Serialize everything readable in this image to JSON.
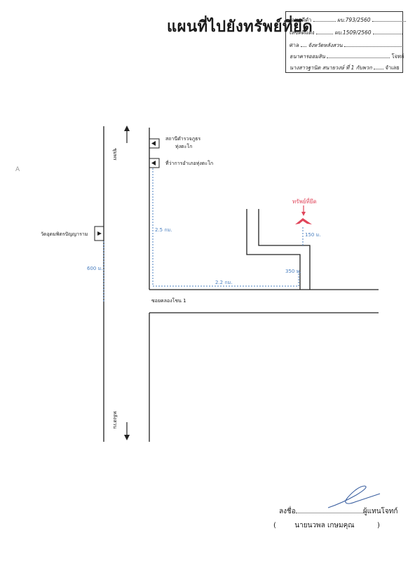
{
  "title": "แผนที่ไปยังทรัพย์ที่ยึด",
  "case": {
    "black_label": "เลขคดีดำ",
    "black_value": "ผบ.793/2560",
    "red_label": "เลขคดีแดง",
    "red_value": "ผบ.1509/2560",
    "court_label": "ศาล",
    "court_value": "จังหวัดหลังสวน",
    "plaintiff_value": "ธนาคารออมสิน",
    "plaintiff_label": "โจทก์",
    "defendant_value": "นางสาวฐานิต สนายวงษ์ ที่ 1 กับพวก",
    "defendant_label": "จำเลย"
  },
  "map": {
    "north_label": "ชุมพร",
    "south_label": "หลังสวน",
    "temple_label": "วัดอุดมพิตรปัญญาราม",
    "police_label_1": "สถานีตำรวจภูธร",
    "police_label_2": "ทุ่งตะโก",
    "district_label": "ที่ว่าการอำเภอทุ่งตะโก",
    "soi_label": "ซอยคลองโชน 1",
    "property_label": "ทรัพย์ที่ยึด",
    "dist_600": "600 ม.",
    "dist_2_5": "2.5 กม.",
    "dist_2_2": "2.2 กม.",
    "dist_350": "350 ม.",
    "dist_150": "150 ม.",
    "accent_red": "#e0455a",
    "accent_blue": "#4a7fc0"
  },
  "signature": {
    "sign_label": "ลงชื่อ",
    "role_label": "ผู้แทนโจทก์",
    "open_paren": "(",
    "name": "นายนวพล เกษมคุณ",
    "close_paren": ")"
  },
  "margin_mark": "A"
}
